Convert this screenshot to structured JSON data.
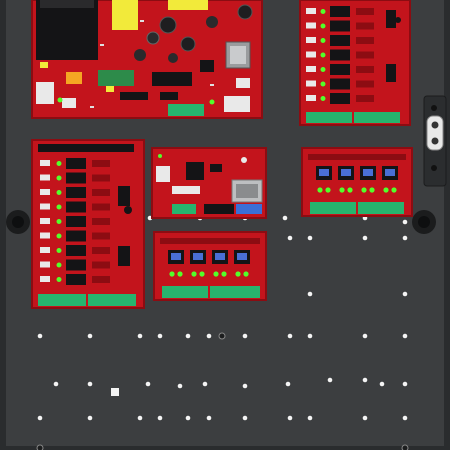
{
  "scene": {
    "subject": "",
    "colors": {
      "enclosure": "#3c3e40",
      "enclosure_edge": "#26282a",
      "pcb": "#c3141c",
      "pcb_dark": "#8c0c12",
      "terminal_green": "#27b46e",
      "led_green": "#53ff2a",
      "relay_black": "#141416",
      "transformer_yellow": "#f2ea3a",
      "connector_white": "#e9e9e9",
      "hole_white": "#f4f4f4"
    },
    "boards": [
      {
        "id": "power-supply-board"
      },
      {
        "id": "relay-board-top-right"
      },
      {
        "id": "relay-board-left-tall"
      },
      {
        "id": "network-controller-board"
      },
      {
        "id": "output-module-right"
      },
      {
        "id": "output-module-bottom"
      }
    ]
  }
}
